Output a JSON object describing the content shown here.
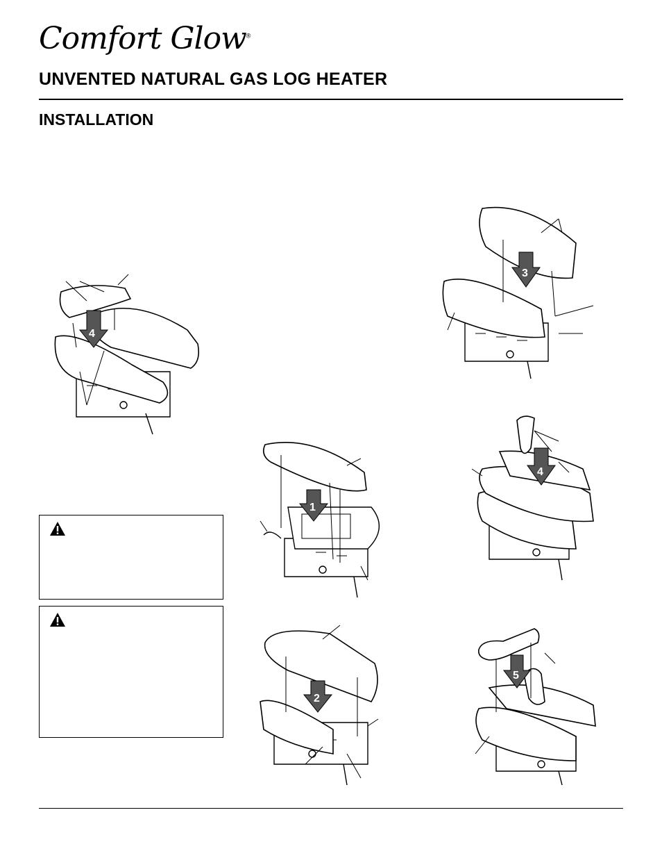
{
  "header": {
    "logo_text": "Comfort Glow",
    "logo_mark": "®",
    "title": "UNVENTED NATURAL GAS LOG HEATER",
    "section": "INSTALLATION"
  },
  "warnings": [
    {
      "icon": "warning-triangle-icon"
    },
    {
      "icon": "warning-triangle-icon"
    }
  ],
  "figures": [
    {
      "step": "4"
    },
    {
      "step": "1"
    },
    {
      "step": "2"
    },
    {
      "step": "3"
    },
    {
      "step": "4"
    },
    {
      "step": "5"
    }
  ]
}
